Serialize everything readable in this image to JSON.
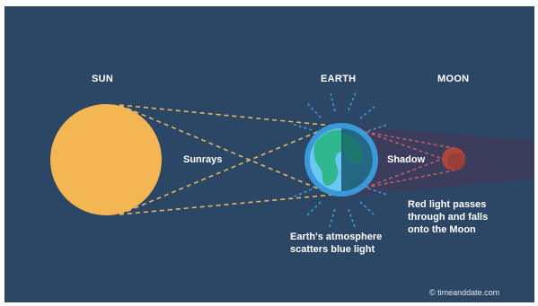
{
  "labels": {
    "sun": "SUN",
    "earth": "EARTH",
    "moon": "MOON",
    "sunrays": "Sunrays",
    "shadow": "Shadow",
    "atmosphere_line1": "Earth's atmosphere",
    "atmosphere_line2": "scatters blue light",
    "red_light_line1": "Red light passes",
    "red_light_line2": "through and falls",
    "red_light_line3": "onto the Moon"
  },
  "copyright": "© timeanddate.com",
  "colors": {
    "background": "#2c4766",
    "sun": "#f4b553",
    "sunrays": "#e0b862",
    "atmosphere_ring": "#3a9ad9",
    "earth_water": "#6cc8f2",
    "earth_land": "#2fb890",
    "earth_night": "#1f5f7c",
    "shadow": "#3f3e5c",
    "moon": "#a8483c",
    "scatter_rays": "#3a9ad9",
    "red_light_rays": "#c0626c"
  }
}
